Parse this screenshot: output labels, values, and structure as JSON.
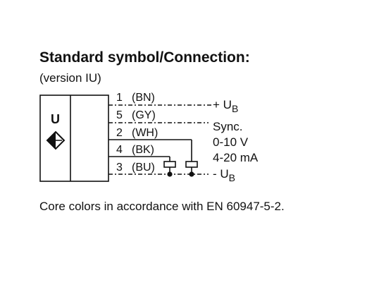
{
  "heading": {
    "title": "Standard symbol/Connection:",
    "version": "(version IU)"
  },
  "sensor": {
    "symbol_letter": "U",
    "icon": "proximity-sensor-diamond-icon"
  },
  "pins": [
    {
      "number": "1",
      "color": "(BN)"
    },
    {
      "number": "5",
      "color": "(GY)"
    },
    {
      "number": "2",
      "color": "(WH)"
    },
    {
      "number": "4",
      "color": "(BK)"
    },
    {
      "number": "3",
      "color": "(BU)"
    }
  ],
  "outputs": {
    "positive": {
      "prefix": "+ U",
      "subscript": "B"
    },
    "sync": "Sync.",
    "voltage": "0-10 V",
    "current": "4-20 mA",
    "negative": {
      "prefix": "- U",
      "subscript": "B"
    }
  },
  "footnote": "Core colors in accordance with EN 60947-5-2."
}
